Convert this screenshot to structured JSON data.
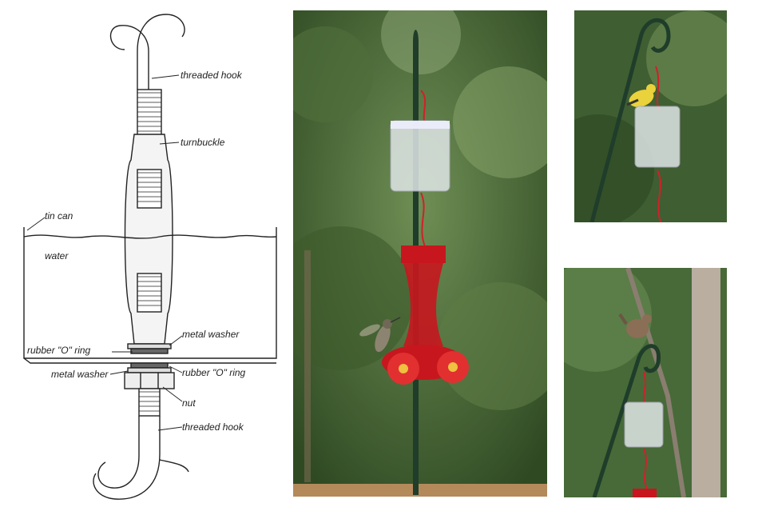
{
  "diagram": {
    "labels": {
      "threaded_hook_top": "threaded hook",
      "turnbuckle": "turnbuckle",
      "tin_can": "tin can",
      "water": "water",
      "metal_washer_right": "metal washer",
      "rubber_o_ring_left": "rubber \"O\" ring",
      "metal_washer_left": "metal washer",
      "rubber_o_ring_right": "rubber \"O\" ring",
      "nut": "nut",
      "threaded_hook_bottom": "threaded hook"
    }
  },
  "photos": [
    {
      "name": "hummingbird-feeder-photo",
      "subject": "hummingbird at red nectar feeder below clear ant moat cup"
    },
    {
      "name": "goldfinch-photo",
      "subject": "yellow goldfinch perched on feeder hook above ant moat cup"
    },
    {
      "name": "wren-photo",
      "subject": "brown wren perched on shepherd hook above ant moat cup"
    }
  ],
  "colors": {
    "foliage_dark": "#2f4a23",
    "foliage_light": "#6f8f55",
    "pole_green": "#1f3d2a",
    "feeder_red": "#c8161e",
    "wire_red": "#d2202a"
  }
}
